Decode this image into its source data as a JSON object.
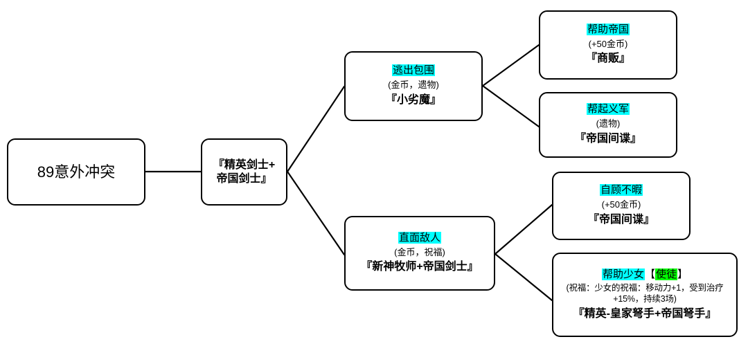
{
  "colors": {
    "highlight_cyan": "#00FFFF",
    "highlight_green": "#00FF00",
    "stroke": "#000000",
    "background": "#FFFFFF"
  },
  "chart_data": {
    "type": "diagram",
    "title": "89意外冲突",
    "nodes": [
      {
        "id": "root",
        "label": "89意外冲突"
      },
      {
        "id": "branch",
        "label": "『精英剑士+\n帝国剑士』"
      },
      {
        "id": "escape",
        "title": "逃出包围",
        "reward": "(金币，遗物)",
        "result": "『小劣魔』"
      },
      {
        "id": "help-emp",
        "title": "帮助帝国",
        "reward": "(+50金币)",
        "result": "『商贩』"
      },
      {
        "id": "help-reb",
        "title": "帮起义军",
        "reward": "(遗物)",
        "result": "『帝国间谍』"
      },
      {
        "id": "face",
        "title": "直面敌人",
        "reward": "(金币，祝福)",
        "result": "『新神牧师+帝国剑士』"
      },
      {
        "id": "busy",
        "title": "自顾不暇",
        "reward": "(+50金币)",
        "result": "『帝国间谍』"
      },
      {
        "id": "help-girl",
        "title": "帮助少女",
        "badge": "使徒",
        "reward": "(祝福：少女的祝福：移动力+1，受到治疗+15%，持续3场)",
        "result": "『精英-皇家弩手+帝国弩手』"
      }
    ],
    "edges": [
      {
        "from": "root",
        "to": "branch"
      },
      {
        "from": "branch",
        "to": "escape"
      },
      {
        "from": "branch",
        "to": "face"
      },
      {
        "from": "escape",
        "to": "help-emp"
      },
      {
        "from": "escape",
        "to": "help-reb"
      },
      {
        "from": "face",
        "to": "busy"
      },
      {
        "from": "face",
        "to": "help-girl"
      }
    ]
  },
  "nodes": {
    "root": {
      "label": "89意外冲突"
    },
    "branch": {
      "line1": "『精英剑士+",
      "line2": "帝国剑士』"
    },
    "escape": {
      "title": "逃出包围",
      "reward": "(金币，遗物)",
      "result": "『小劣魔』"
    },
    "help_empire": {
      "title": "帮助帝国",
      "reward": "(+50金币)",
      "result": "『商贩』"
    },
    "help_rebels": {
      "title": "帮起义军",
      "reward": "(遗物)",
      "result": "『帝国间谍』"
    },
    "face_enemy": {
      "title": "直面敌人",
      "reward": "(金币，祝福)",
      "result": "『新神牧师+帝国剑士』"
    },
    "busy": {
      "title": "自顾不暇",
      "reward": "(+50金币)",
      "result": "『帝国间谍』"
    },
    "help_girl": {
      "title": "帮助少女",
      "badge_open": "【",
      "badge": "使徒",
      "badge_close": "】",
      "reward": "(祝福：少女的祝福：移动力+1，受到治疗+15%，持续3场)",
      "result": "『精英-皇家弩手+帝国弩手』"
    }
  }
}
